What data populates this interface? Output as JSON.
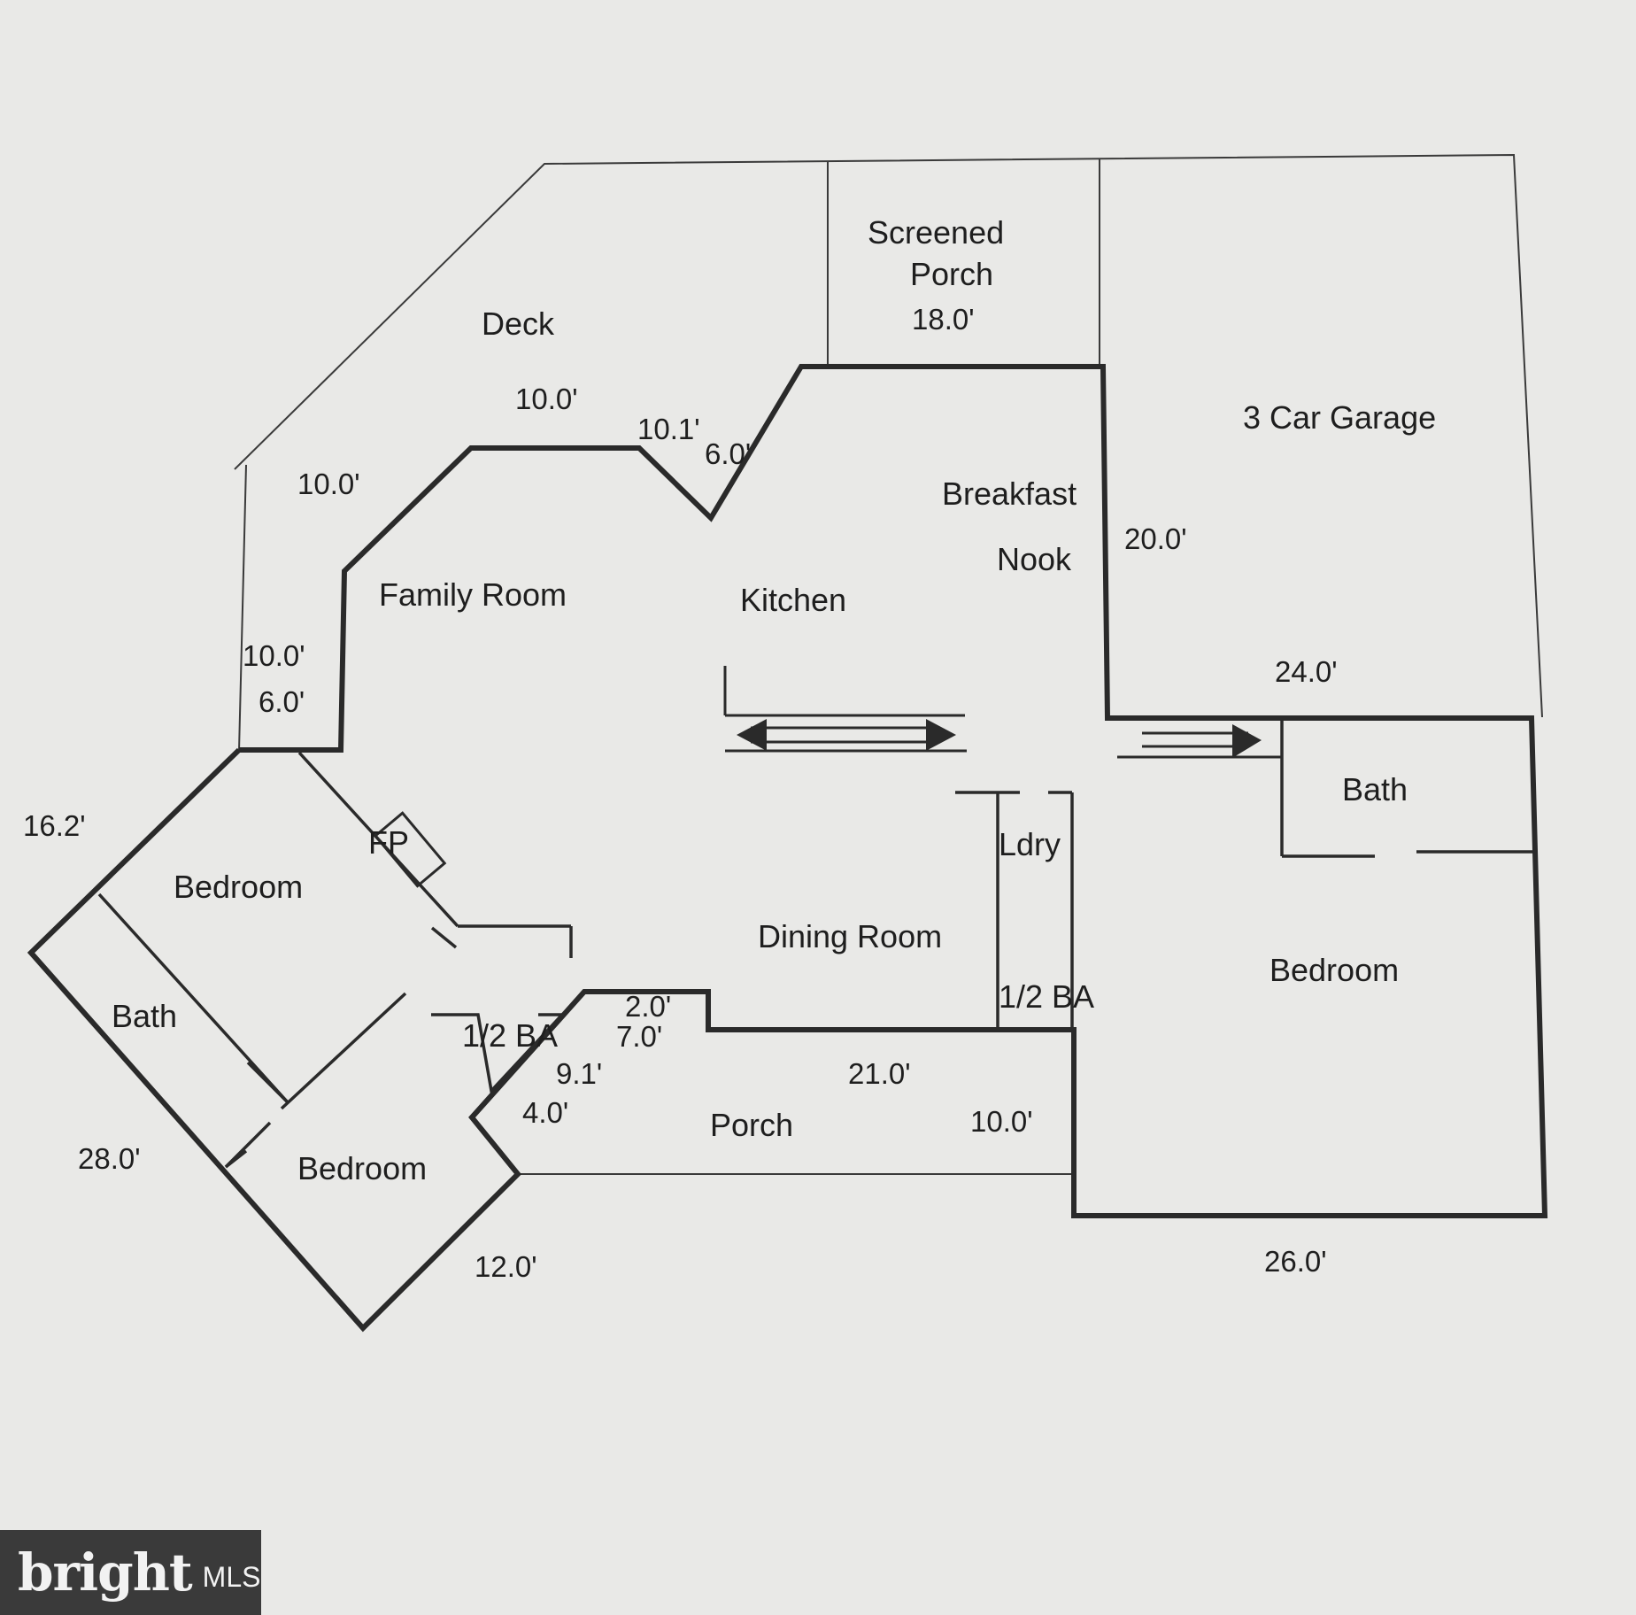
{
  "rooms": {
    "deck": "Deck",
    "screened_porch_line1": "Screened",
    "screened_porch_line2": "Porch",
    "garage": "3 Car Garage",
    "breakfast_line1": "Breakfast",
    "breakfast_line2": "Nook",
    "family_room": "Family Room",
    "kitchen": "Kitchen",
    "bath_right": "Bath",
    "ldry": "Ldry",
    "bedroom_left_top": "Bedroom",
    "fp": "FP",
    "dining_room": "Dining Room",
    "bedroom_right": "Bedroom",
    "half_bath_center": "1/2 BA",
    "bath_left": "Bath",
    "half_bath_left": "1/2 BA",
    "porch": "Porch",
    "bedroom_left_bottom": "Bedroom"
  },
  "dimensions": {
    "screened_porch": "18.0'",
    "deck_top": "10.0'",
    "deck_angle": "10.1'",
    "deck_notch": "6.0'",
    "deck_left": "10.0'",
    "garage_depth": "20.0'",
    "family_left_a": "10.0'",
    "family_left_b": "6.0'",
    "garage_width": "24.0'",
    "left_diag": "16.2'",
    "porch_notch_a": "2.0'",
    "porch_notch_b": "7.0'",
    "porch_a": "9.1'",
    "porch_length": "21.0'",
    "porch_b": "4.0'",
    "porch_right": "10.0'",
    "left_bottom": "28.0'",
    "bottom_left": "12.0'",
    "bottom_right": "26.0'"
  },
  "logo": {
    "word": "bright",
    "suffix": "MLS"
  },
  "colors": {
    "paper": "#e9e9e7",
    "ink": "#2a2a2a",
    "logo_bg": "#3a3a3a"
  }
}
